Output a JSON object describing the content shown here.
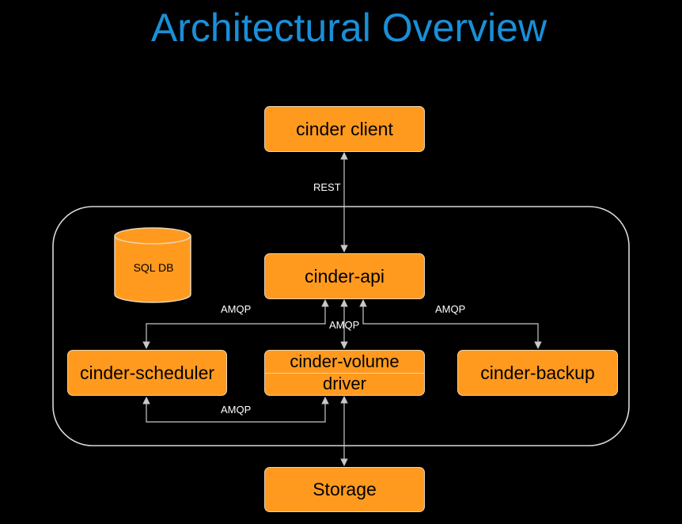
{
  "title": "Architectural Overview",
  "nodes": {
    "cinder_client": "cinder client",
    "cinder_api": "cinder-api",
    "cinder_scheduler": "cinder-scheduler",
    "cinder_volume": "cinder-volume",
    "driver": "driver",
    "cinder_backup": "cinder-backup",
    "storage": "Storage",
    "sql_db": "SQL DB"
  },
  "edge_labels": {
    "rest": "REST",
    "amqp_left": "AMQP",
    "amqp_center": "AMQP",
    "amqp_right": "AMQP",
    "amqp_bottom": "AMQP"
  },
  "colors": {
    "title": "#1a8fd8",
    "node_fill": "#ff9a1f",
    "node_border": "#e8d6b8",
    "background": "#000000",
    "edge": "#c8c8c8"
  }
}
